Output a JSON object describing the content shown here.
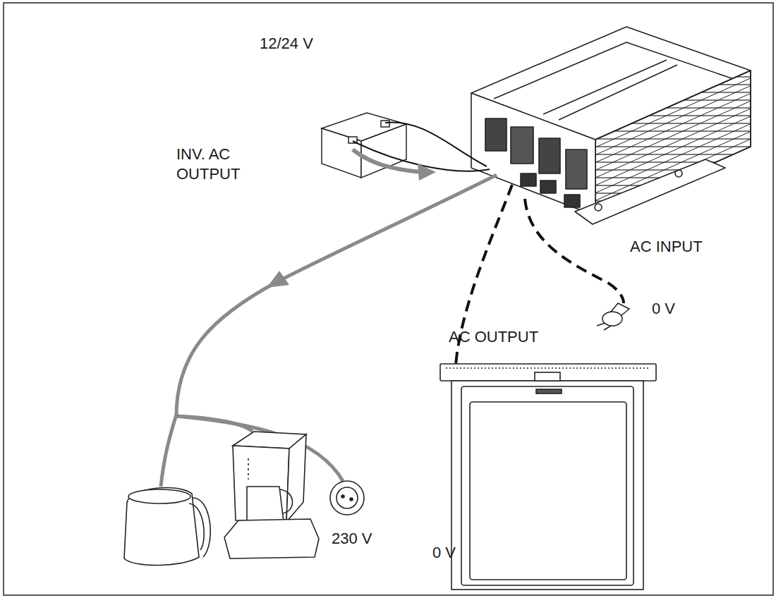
{
  "diagram": {
    "labels": [
      "12/24 V",
      "INV. AC OUTPUT",
      "AC OUTPUT",
      "AC INPUT",
      "0 V",
      "0 V",
      "230 V"
    ]
  }
}
